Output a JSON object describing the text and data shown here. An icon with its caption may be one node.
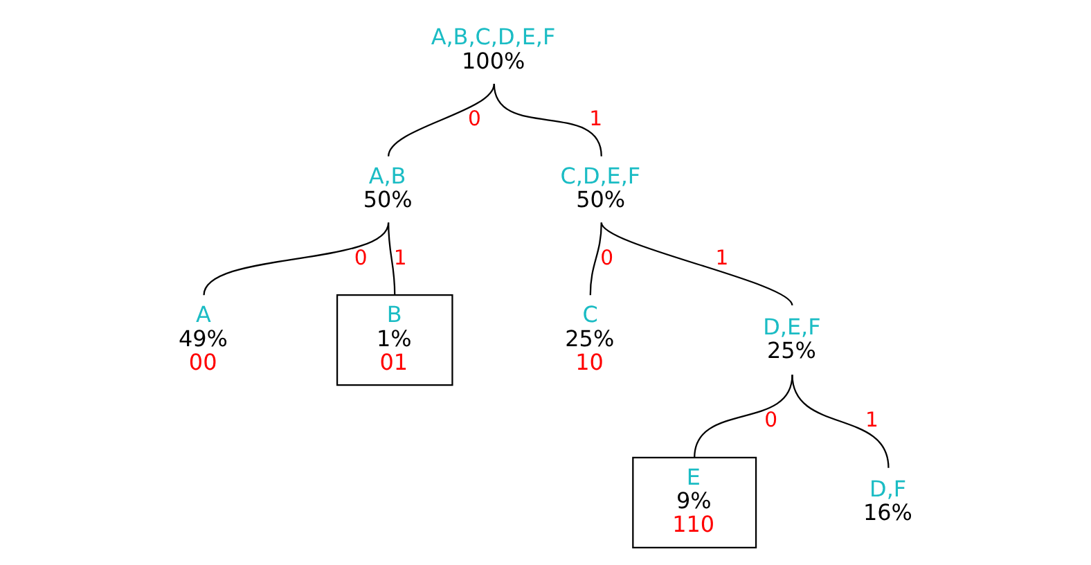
{
  "diagram": {
    "nodes": [
      {
        "text": [
          "A,B,C,D,E,F",
          "100%"
        ]
      },
      {
        "text": [
          "A,B",
          "50%"
        ]
      },
      {
        "text": [
          "C,D,E,F",
          "50%"
        ]
      },
      {
        "text": [
          "A",
          "49%",
          "00"
        ]
      },
      {
        "text": [
          "B",
          "1%",
          "01"
        ]
      },
      {
        "text": [
          "C",
          "25%",
          "10"
        ]
      },
      {
        "text": [
          "D,E,F",
          "25%"
        ]
      },
      {
        "text": [
          "E",
          "9%",
          "110"
        ]
      },
      {
        "text": [
          "D,F",
          "16%"
        ]
      }
    ],
    "edges": [
      {
        "from": 0,
        "to": 1,
        "arrow": "none",
        "label": "0"
      },
      {
        "from": 0,
        "to": 2,
        "arrow": "none",
        "label": "1"
      },
      {
        "from": 1,
        "to": 3,
        "arrow": "none",
        "label": "0"
      },
      {
        "from": 1,
        "to": 4,
        "arrow": "none",
        "label": "1"
      },
      {
        "from": 2,
        "to": 5,
        "arrow": "none",
        "label": "0"
      },
      {
        "from": 2,
        "to": 6,
        "arrow": "none",
        "label": "1"
      },
      {
        "from": 6,
        "to": 7,
        "arrow": "none",
        "label": "0"
      },
      {
        "from": 6,
        "to": 8,
        "arrow": "none",
        "label": "1"
      }
    ]
  }
}
